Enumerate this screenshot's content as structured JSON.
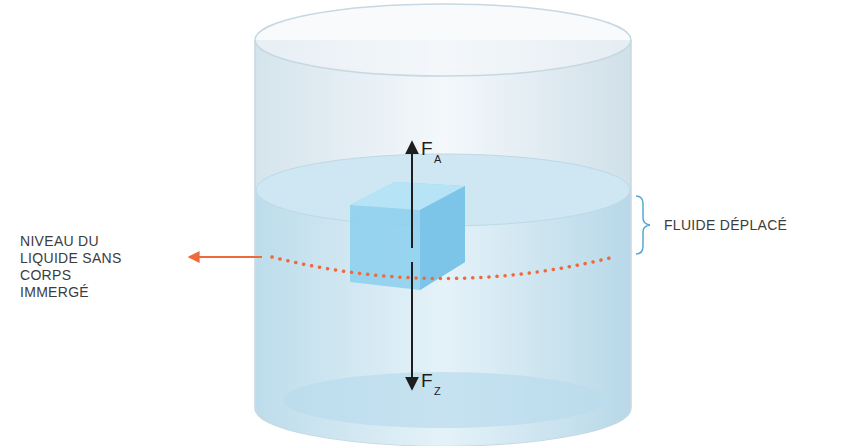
{
  "diagram": {
    "labels": [
      "F",
      "A",
      "F",
      "Z",
      "NIVEAU DU LIQUIDE SANS CORPS IMMERGÉ",
      "FLUIDE DÉPLACÉ"
    ]
  }
}
